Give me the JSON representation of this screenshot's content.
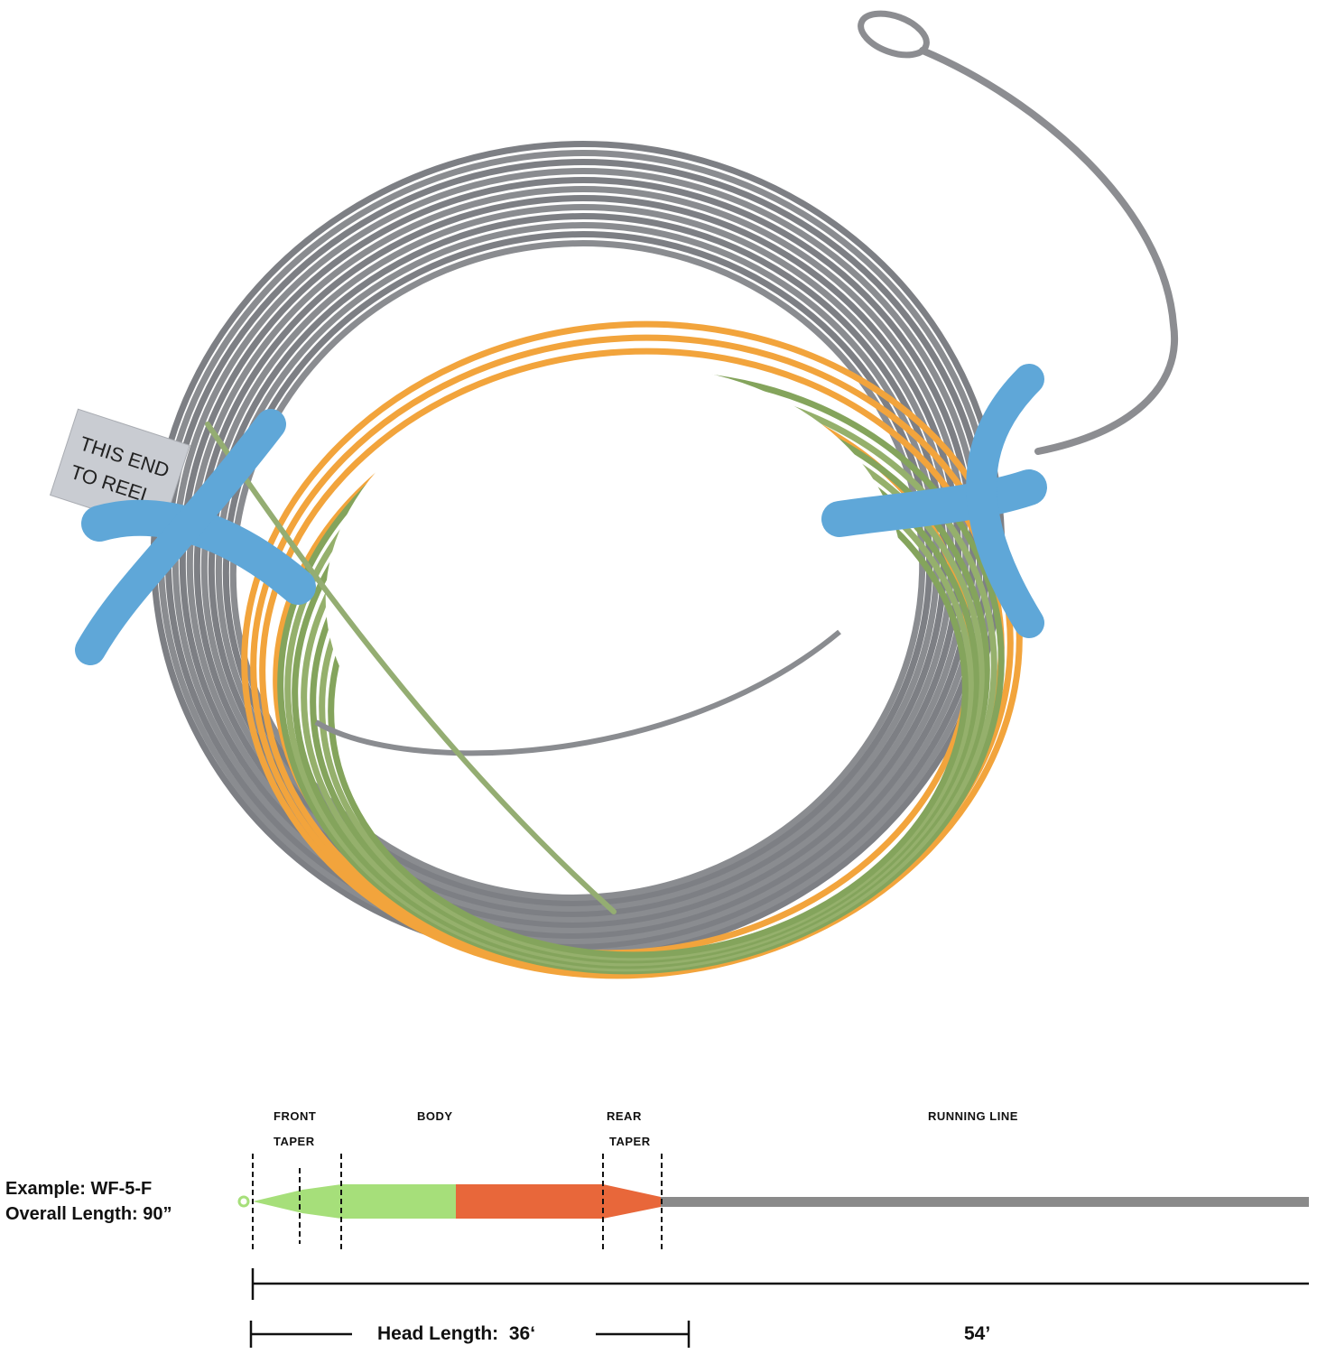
{
  "tag": {
    "line1": "THIS END",
    "line2": "TO REEL"
  },
  "sections": {
    "front_taper": {
      "line1": "FRONT",
      "line2": "TAPER"
    },
    "body": "BODY",
    "rear_taper": {
      "line1": "REAR",
      "line2": "TAPER"
    },
    "running_line": "RUNNING LINE"
  },
  "example": {
    "line1": "Example: WF-5-F",
    "line2": "Overall Length: 90”"
  },
  "measurements": {
    "head_length": "Head Length:  36‘",
    "running_length": "54’"
  },
  "colors": {
    "front_taper": "#a6df7a",
    "body": "#e8673a",
    "running_line": "#8a8a8a",
    "coil_gray": "#7d7f84",
    "coil_orange": "#f2a43c",
    "coil_green": "#84a45c",
    "cleaner": "#5fa7d8"
  }
}
